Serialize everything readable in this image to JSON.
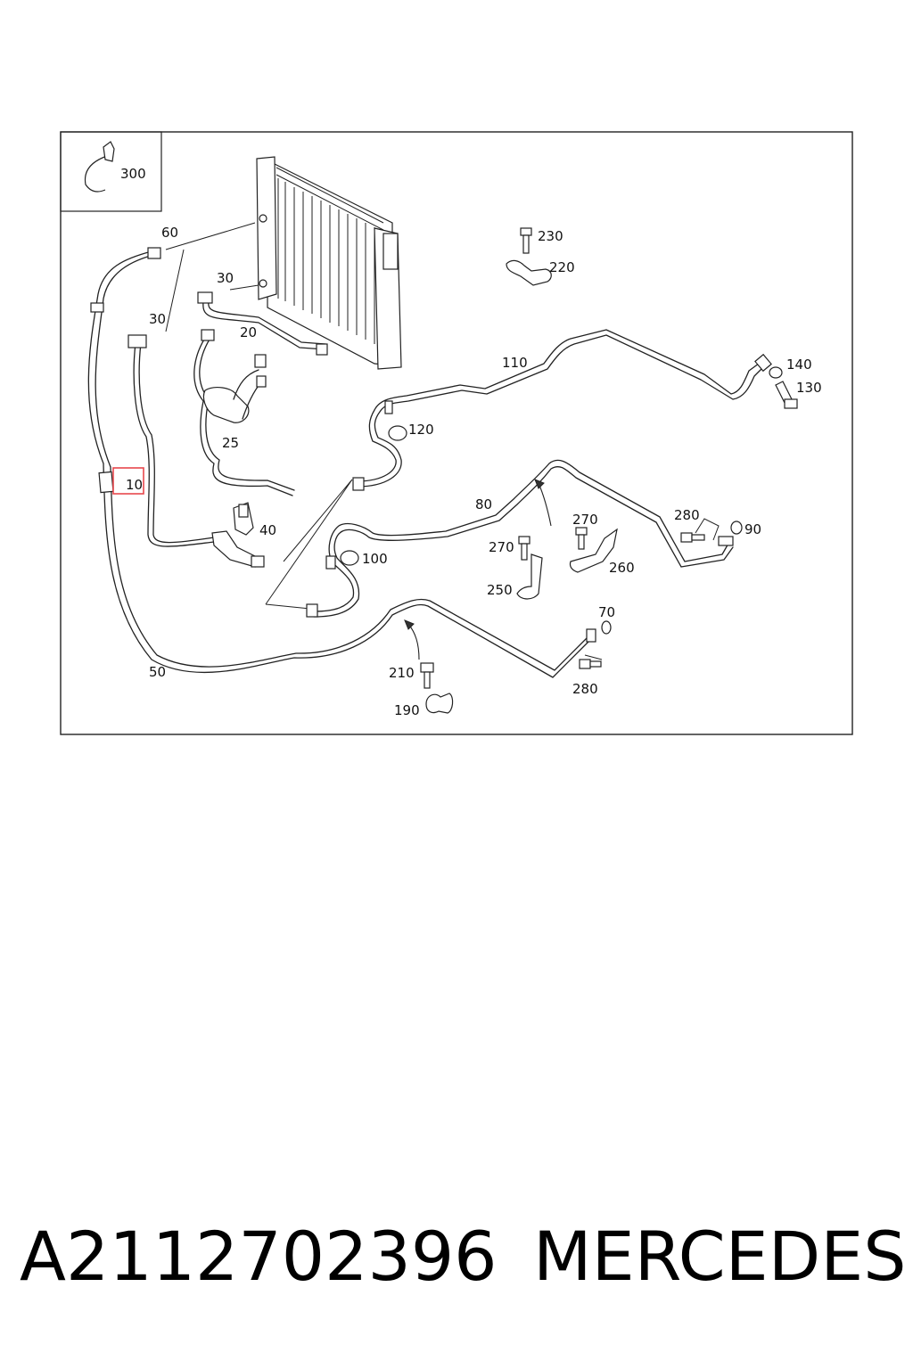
{
  "labels": {
    "l300": "300",
    "l60": "60",
    "l30a": "30",
    "l30b": "30",
    "l20": "20",
    "l25": "25",
    "l10": "10",
    "l40": "40",
    "l50": "50",
    "l230": "230",
    "l220": "220",
    "l110": "110",
    "l140": "140",
    "l130": "130",
    "l120": "120",
    "l80": "80",
    "l270a": "270",
    "l270b": "270",
    "l280a": "280",
    "l90": "90",
    "l260": "260",
    "l250": "250",
    "l100": "100",
    "l70": "70",
    "l210": "210",
    "l280b": "280",
    "l190": "190"
  },
  "highlight_color": "#e8474c",
  "caption": {
    "part_number": "A2112702396",
    "brand": "MERCEDES"
  }
}
